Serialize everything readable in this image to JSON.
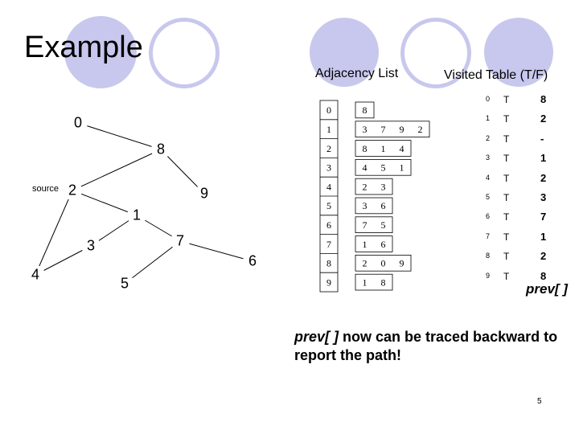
{
  "slide": {
    "title": "Example",
    "adjacency_heading": "Adjacency List",
    "visited_heading": "Visited Table (T/F)",
    "prev_label": "prev[ ]",
    "note_italic": "prev[ ]",
    "note_rest": " now can be traced backward to report the path!",
    "page_number": "5"
  },
  "graph": {
    "source_label": "source",
    "nodes": [
      {
        "id": "0",
        "label": "0"
      },
      {
        "id": "1",
        "label": "1"
      },
      {
        "id": "2",
        "label": "2"
      },
      {
        "id": "3",
        "label": "3"
      },
      {
        "id": "4",
        "label": "4"
      },
      {
        "id": "5",
        "label": "5"
      },
      {
        "id": "6",
        "label": "6"
      },
      {
        "id": "7",
        "label": "7"
      },
      {
        "id": "8",
        "label": "8"
      },
      {
        "id": "9",
        "label": "9"
      }
    ],
    "edges": [
      [
        "0",
        "8"
      ],
      [
        "8",
        "2"
      ],
      [
        "8",
        "9"
      ],
      [
        "2",
        "1"
      ],
      [
        "2",
        "4"
      ],
      [
        "1",
        "3"
      ],
      [
        "1",
        "7"
      ],
      [
        "3",
        "4"
      ],
      [
        "7",
        "6"
      ],
      [
        "7",
        "5"
      ]
    ]
  },
  "adjacency_list": [
    {
      "vertex": "0",
      "neighbors": [
        "8"
      ]
    },
    {
      "vertex": "1",
      "neighbors": [
        "3",
        "7",
        "9",
        "2"
      ]
    },
    {
      "vertex": "2",
      "neighbors": [
        "8",
        "1",
        "4"
      ]
    },
    {
      "vertex": "3",
      "neighbors": [
        "4",
        "5",
        "1"
      ]
    },
    {
      "vertex": "4",
      "neighbors": [
        "2",
        "3"
      ]
    },
    {
      "vertex": "5",
      "neighbors": [
        "3",
        "6"
      ]
    },
    {
      "vertex": "6",
      "neighbors": [
        "7",
        "5"
      ]
    },
    {
      "vertex": "7",
      "neighbors": [
        "1",
        "6"
      ]
    },
    {
      "vertex": "8",
      "neighbors": [
        "2",
        "0",
        "9"
      ]
    },
    {
      "vertex": "9",
      "neighbors": [
        "1",
        "8"
      ]
    }
  ],
  "visited_table": [
    {
      "vertex": "0",
      "visited": "T",
      "prev": "8"
    },
    {
      "vertex": "1",
      "visited": "T",
      "prev": "2"
    },
    {
      "vertex": "2",
      "visited": "T",
      "prev": "-"
    },
    {
      "vertex": "3",
      "visited": "T",
      "prev": "1"
    },
    {
      "vertex": "4",
      "visited": "T",
      "prev": "2"
    },
    {
      "vertex": "5",
      "visited": "T",
      "prev": "3"
    },
    {
      "vertex": "6",
      "visited": "T",
      "prev": "7"
    },
    {
      "vertex": "7",
      "visited": "T",
      "prev": "1"
    },
    {
      "vertex": "8",
      "visited": "T",
      "prev": "2"
    },
    {
      "vertex": "9",
      "visited": "T",
      "prev": "8"
    }
  ],
  "theme": {
    "decoration_color": "#c8c8ee",
    "line_color": "#000000"
  }
}
